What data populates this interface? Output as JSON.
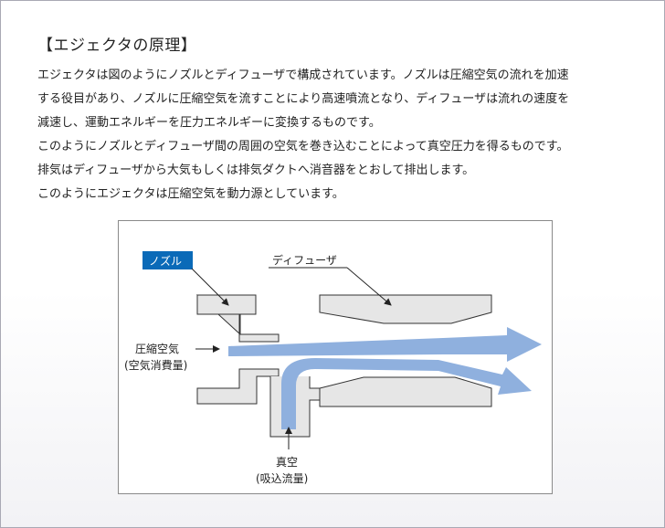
{
  "title": "【エジェクタの原理】",
  "paragraph_lines": [
    "エジェクタは図のようにノズルとディフューザで構成されています。ノズルは圧縮空気の流れを加速",
    "する役目があり、ノズルに圧縮空気を流すことにより高速噴流となり、ディフューザは流れの速度を",
    "減速し、運動エネルギーを圧力エネルギーに変換するものです。",
    "このようにノズルとディフューザ間の周囲の空気を巻き込むことによって真空圧力を得るものです。",
    "排気はディフューザから大気もしくは排気ダクトへ消音器をとおして排出します。",
    "このようにエジェクタは圧縮空気を動力源としています。"
  ],
  "diagram": {
    "labels": {
      "nozzle": "ノズル",
      "diffuser": "ディフューザ",
      "compressed_air_1": "圧縮空気",
      "compressed_air_2": "(空気消費量)",
      "vacuum_1": "真空",
      "vacuum_2": "(吸込流量)"
    },
    "colors": {
      "nozzle_label_bg": "#0a6ab8",
      "flow_arrow": "#8fb0de",
      "part_fill": "#e6e6e6",
      "part_stroke": "#333333",
      "box_border": "#8a8a8a"
    }
  }
}
